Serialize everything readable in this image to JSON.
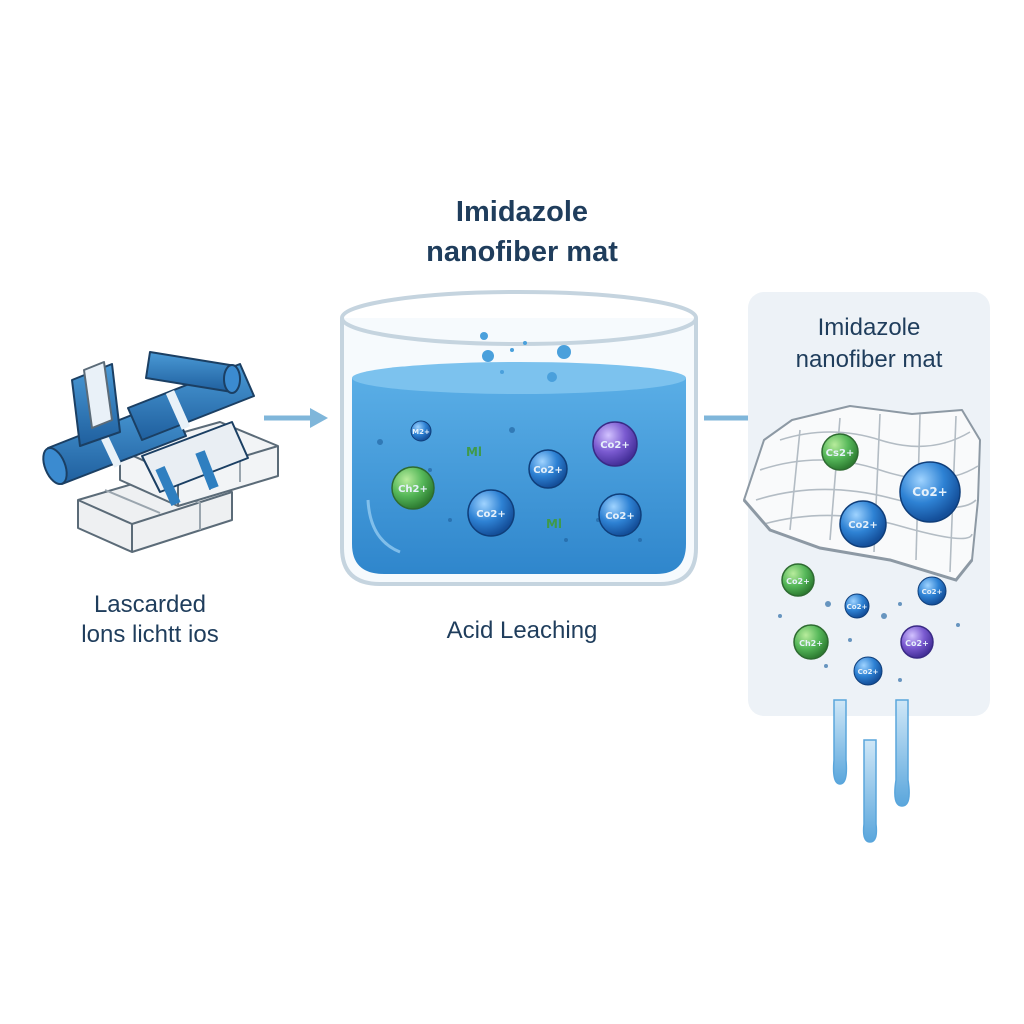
{
  "labels": {
    "top_title_line1": "Imidazole",
    "top_title_line2": "nanofiber mat",
    "right_title_line1": "Imidazole",
    "right_title_line2": "nanofiber mat",
    "left_caption_line1": "Lascarded",
    "left_caption_line2": "lons lichtt ios",
    "mid_caption": "Acid Leaching"
  },
  "ions": {
    "mid_green": "Ch2+",
    "mid_blue_center": "Co2+",
    "mid_blue_low": "Co2+",
    "mid_purple": "Co2+",
    "mid_blue_right": "Co2+",
    "mid_small_top": "M2+",
    "mid_green_text1": "Ml",
    "mid_green_text2": "Ml",
    "right_green_top": "Cs2+",
    "right_big_blue": "Co2+",
    "right_blue_mid": "Co2+",
    "right_green_low": "Co2+",
    "right_blue_small": "Co2+",
    "right_blue_small2": "Co2+",
    "right_green_low2": "Ch2+",
    "right_purple": "Co2+",
    "right_blue_bottom": "Co2+"
  },
  "colors": {
    "text": "#1f3d5c",
    "liquid": "#3d93d6",
    "battery_blue": "#2f7fc0",
    "ion_green": "#4caf50",
    "ion_blue": "#1f6fc5",
    "ion_purple": "#6a4fc4",
    "arrow": "#7fb6da",
    "panel": "#edf2f7"
  },
  "icons": {
    "batteries": "battery-stack-icon",
    "beaker": "beaker-icon",
    "mat": "nanofiber-mat-icon",
    "drips": "water-drip-icon"
  }
}
